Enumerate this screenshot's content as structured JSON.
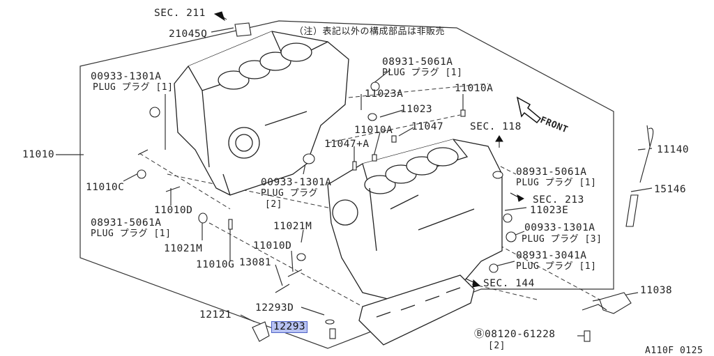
{
  "note": "（注）表記以外の構成部品は非販売",
  "front_label": "FRONT",
  "figure_code": "A110F 0125",
  "highlighted_part": "12293",
  "highlight_color": "#b8c3f2",
  "labels": {
    "sec211": "SEC. 211",
    "p21045q": "21045Q",
    "p08931_top_num": "08931-5061A",
    "p08931_top_txt": "PLUG プラグ [1]",
    "p00933_left_num": "00933-1301A",
    "p00933_left_txt": "PLUG プラグ [1]",
    "p11023a": "11023A",
    "p11010a_right": "11010A",
    "p11023": "11023",
    "p11010a_mid": "11010A",
    "p11047": "11047",
    "sec118": "SEC. 118",
    "p11047a": "11047+A",
    "p11010": "11010",
    "p11140": "11140",
    "p08931_r1_num": "08931-5061A",
    "p08931_r1_txt": "PLUG プラグ [1]",
    "p15146": "15146",
    "p11010c": "11010C",
    "p00933_mid_num": "00933-1301A",
    "p00933_mid_txt": "PLUG プラグ",
    "p00933_mid_qty": "[2]",
    "sec213": "SEC. 213",
    "p11023e": "11023E",
    "p11010d_left": "11010D",
    "p08931_left_num": "08931-5061A",
    "p08931_left_txt": "PLUG プラグ [1]",
    "p11021m_mid": "11021M",
    "p00933_r_num": "00933-1301A",
    "p00933_r_txt": "PLUG プラグ [3]",
    "p11021m_left": "11021M",
    "p11010d_mid": "11010D",
    "p08931_3041_num": "08931-3041A",
    "p08931_3041_txt": "PLUG プラグ [1]",
    "p11010g": "11010G",
    "p13081": "13081",
    "sec144": "SEC. 144",
    "p11038": "11038",
    "p12121": "12121",
    "p12293d": "12293D",
    "p08120_num": "Ⓑ08120-61228",
    "p08120_qty": "[2]"
  }
}
